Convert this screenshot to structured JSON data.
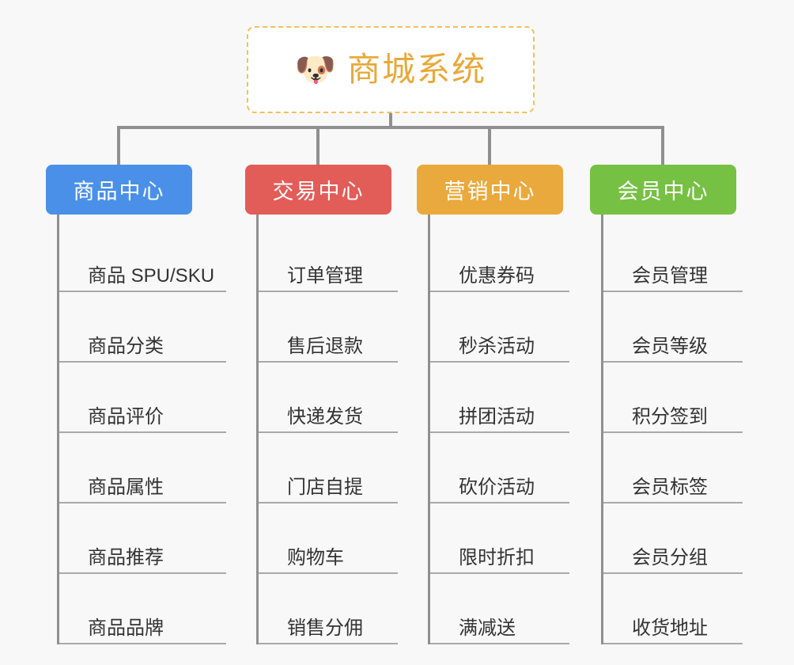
{
  "page": {
    "background_color": "#f8f8f8",
    "connector_color": "#909090",
    "leaf_text_color": "#333333",
    "leaf_rule_color": "#a9a9a9"
  },
  "root": {
    "icon": "dog-face-emoji",
    "icon_glyph": "🐶",
    "title": "商城系统",
    "title_color": "#e8a93a",
    "border_color": "#f2c05a",
    "border_style": "dashed",
    "background_color": "#ffffff"
  },
  "branches": [
    {
      "title": "商品中心",
      "color": "#4a90e8",
      "items": [
        "商品 SPU/SKU",
        "商品分类",
        "商品评价",
        "商品属性",
        "商品推荐",
        "商品品牌"
      ]
    },
    {
      "title": "交易中心",
      "color": "#e25c58",
      "items": [
        "订单管理",
        "售后退款",
        "快递发货",
        "门店自提",
        "购物车",
        "销售分佣"
      ]
    },
    {
      "title": "营销中心",
      "color": "#eaa93c",
      "items": [
        "优惠券码",
        "秒杀活动",
        "拼团活动",
        "砍价活动",
        "限时折扣",
        "满减送"
      ]
    },
    {
      "title": "会员中心",
      "color": "#76c043",
      "items": [
        "会员管理",
        "会员等级",
        "积分签到",
        "会员标签",
        "会员分组",
        "收货地址"
      ]
    }
  ]
}
